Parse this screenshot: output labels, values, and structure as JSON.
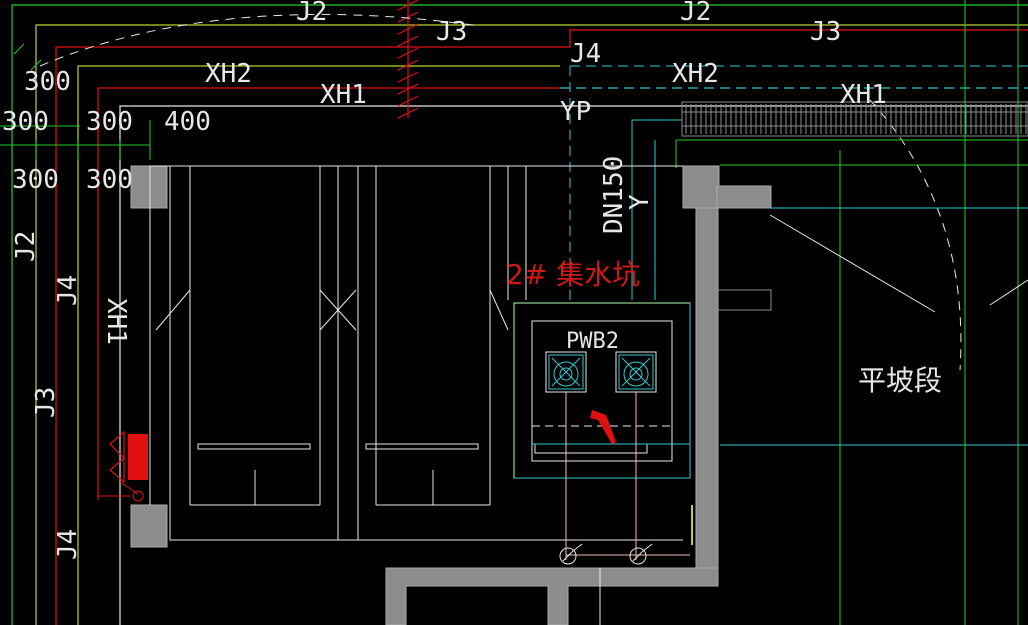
{
  "colors": {
    "background": "#000000",
    "green": "#22cc22",
    "yellowgreen": "#b8d430",
    "white": "#e8e8e8",
    "red": "#e01010",
    "cyan": "#30c8d0",
    "gray": "#8c8c8c",
    "pink": "#f2b8b8",
    "label": "#e6e6e6",
    "label_red": "#d01818"
  },
  "labels": {
    "j2_top_left": "J2",
    "j2_top_right": "J2",
    "j3_top_left": "J3",
    "j3_top_right": "J3",
    "j4_top": "J4",
    "xh2_left": "XH2",
    "xh2_right": "XH2",
    "xh1_left": "XH1",
    "xh1_right": "XH1",
    "yp": "YP",
    "dim_300_a": "300",
    "dim_300_b": "300",
    "dim_300_c": "300",
    "dim_300_d": "300",
    "dim_300_e": "300",
    "dim_400": "400",
    "j2_vertical": "J2",
    "j4_vertical_upper": "J4",
    "j3_vertical": "J3",
    "j4_vertical_lower": "J4",
    "xh1_vertical": "XH1",
    "dn150": "DN150",
    "y_vertical": "Y",
    "sump_name": "2# 集水坑",
    "pump_tag": "PWB2",
    "slope_section": "平坡段"
  },
  "icons": {
    "pump_left": "pump-icon",
    "pump_right": "pump-icon",
    "valve_left": "valve-icon",
    "valve_right": "valve-icon",
    "fire_hydrant": "fire-hydrant-icon",
    "pointer_arrow": "arrow-icon"
  }
}
